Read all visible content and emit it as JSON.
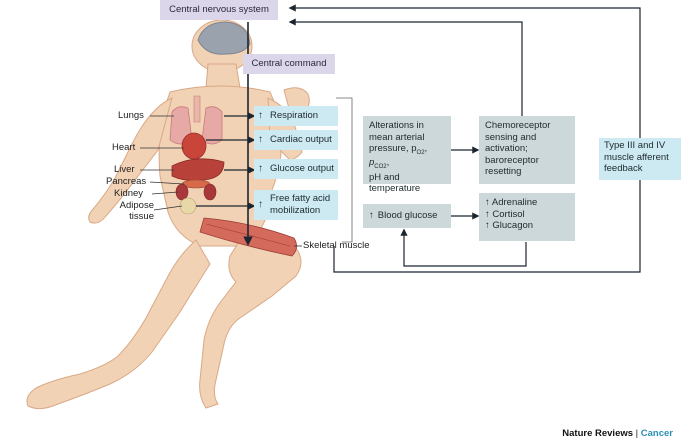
{
  "boxes": {
    "cns": "Central nervous system",
    "central_command": "Central command",
    "respiration": "Respiration",
    "cardiac_output": "Cardiac output",
    "glucose_output": "Glucose output",
    "ffa_line1": "Free fatty acid",
    "ffa_line2": "mobilization",
    "alter_l1": "Alterations in",
    "alter_l2": "mean arterial",
    "alter_l3": "pressure, p",
    "alter_sub1": "O2",
    "alter_sub2": "CO2",
    "alter_l4": "pH and",
    "alter_l5": "temperature",
    "chemo_l1": "Chemoreceptor",
    "chemo_l2": "sensing and",
    "chemo_l3": "activation;",
    "chemo_l4": "baroreceptor",
    "chemo_l5": "resetting",
    "blood_glucose": "Blood glucose",
    "adrenaline": "Adrenaline",
    "cortisol": "Cortisol",
    "glucagon": "Glucagon",
    "feedback_l1": "Type III and IV",
    "feedback_l2": "muscle afferent",
    "feedback_l3": "feedback"
  },
  "arrow_symbol": "↑",
  "organs": {
    "lungs": "Lungs",
    "heart": "Heart",
    "liver": "Liver",
    "pancreas": "Pancreas",
    "kidney": "Kidney",
    "adipose_l1": "Adipose",
    "adipose_l2": "tissue",
    "skeletal_muscle": "Skeletal muscle"
  },
  "footer": {
    "journal": "Nature Reviews",
    "separator": " | ",
    "section": "Cancer"
  },
  "colors": {
    "lavender": "#dcd6ea",
    "light_blue": "#cde9f1",
    "grey_blue": "#cdd8da",
    "skin": "#f2d2b5",
    "organ_red": "#c9453a",
    "accent": "#2b8fb8"
  }
}
